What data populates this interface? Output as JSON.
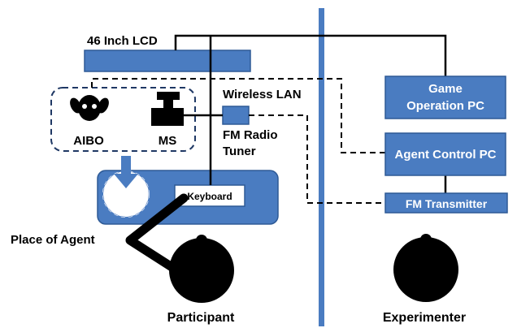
{
  "labels": {
    "lcd": "46 Inch LCD",
    "wireless_lan": "Wireless LAN",
    "fm_radio_tuner_line1": "FM Radio",
    "fm_radio_tuner_line2": "Tuner",
    "aibo": "AIBO",
    "ms": "MS",
    "keyboard": "Keyboard",
    "place_of_agent": "Place of Agent",
    "participant": "Participant",
    "experimenter": "Experimenter",
    "game_pc_line1": "Game",
    "game_pc_line2": "Operation PC",
    "agent_control_pc": "Agent Control PC",
    "fm_transmitter": "FM Transmitter"
  },
  "colors": {
    "box_fill": "#4a7cc1",
    "box_stroke": "#2e5a96",
    "divider": "#4a7cc1",
    "ink": "#000000",
    "dashed_group": "#1f3864"
  }
}
